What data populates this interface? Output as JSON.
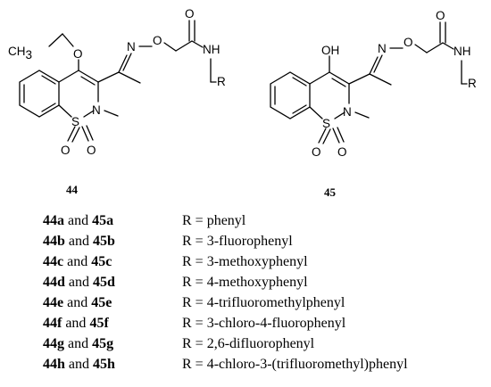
{
  "structures": {
    "label_left": "44",
    "label_right": "45",
    "atoms": {
      "ch3": "CH",
      "ch3_sub": "3",
      "o": "O",
      "n": "N",
      "s": "S",
      "nh": "NH",
      "r": "R",
      "oh": "OH"
    }
  },
  "table": {
    "connector": "and",
    "rows": [
      {
        "a": "44a",
        "b": "45a",
        "r": "R = phenyl"
      },
      {
        "a": "44b",
        "b": "45b",
        "r": "R = 3-fluorophenyl"
      },
      {
        "a": "44c",
        "b": "45c",
        "r": "R = 3-methoxyphenyl"
      },
      {
        "a": "44d",
        "b": "45d",
        "r": "R = 4-methoxyphenyl"
      },
      {
        "a": "44e",
        "b": "45e",
        "r": "R = 4-trifluoromethylphenyl"
      },
      {
        "a": "44f",
        "b": "45f",
        "r": "R = 3-chloro-4-fluorophenyl"
      },
      {
        "a": "44g",
        "b": "45g",
        "r": "R = 2,6-difluorophenyl"
      },
      {
        "a": "44h",
        "b": "45h",
        "r": "R = 4-chloro-3-(trifluoromethyl)phenyl"
      }
    ]
  }
}
